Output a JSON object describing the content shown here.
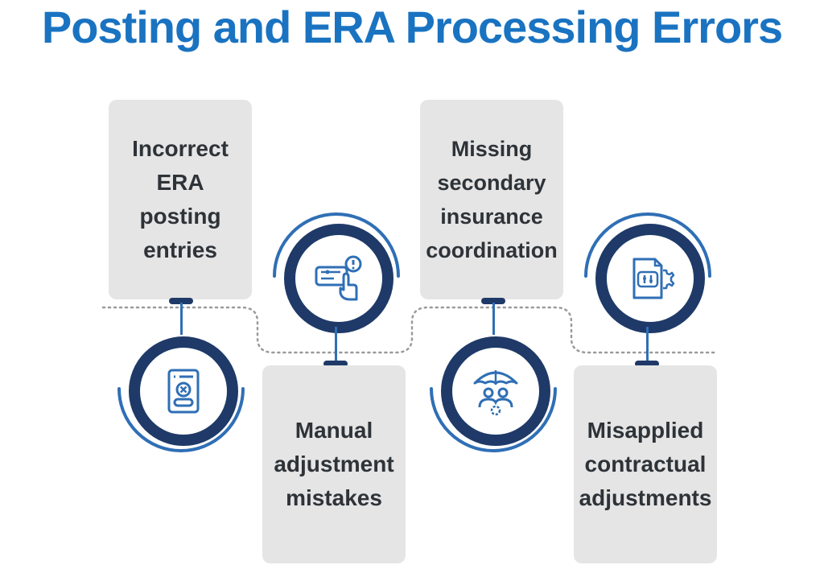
{
  "title": "Posting and ERA Processing Errors",
  "colors": {
    "title": "#1a73c1",
    "ring": "#1f3a68",
    "accent": "#2f6fb5",
    "card": "#e5e5e5",
    "text": "#2e3338"
  },
  "steps": [
    {
      "label": "Incorrect ERA posting entries",
      "icon": "error-form-icon"
    },
    {
      "label": "Manual adjustment mistakes",
      "icon": "touch-alert-icon"
    },
    {
      "label": "Missing secondary insurance coordination",
      "icon": "umbrella-people-icon"
    },
    {
      "label": "Misapplied contractual adjustments",
      "icon": "document-gear-icon"
    }
  ]
}
